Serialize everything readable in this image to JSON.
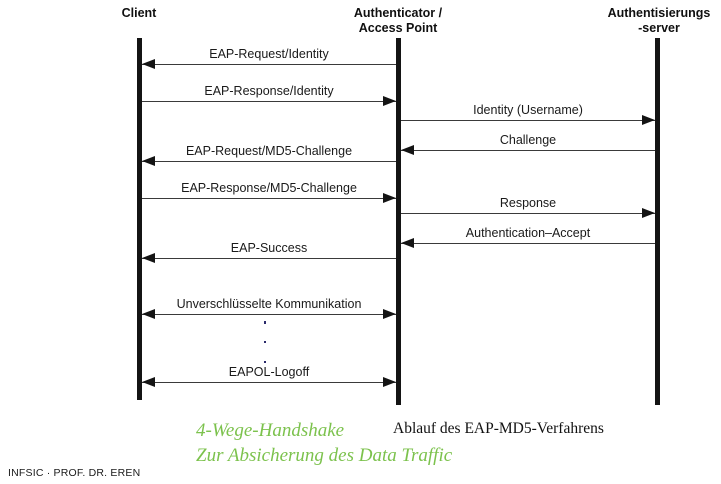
{
  "diagram": {
    "title_caption": "Ablauf des EAP-MD5-Verfahrens",
    "participants": [
      {
        "name": "client",
        "label": "Client"
      },
      {
        "name": "authenticator",
        "label": "Authenticator /\nAccess Point"
      },
      {
        "name": "auth-server",
        "label": "Authentisierungs\n-server"
      }
    ],
    "messages": [
      {
        "label": "EAP-Request/Identity",
        "from": "authenticator",
        "to": "client",
        "direction": "left"
      },
      {
        "label": "EAP-Response/Identity",
        "from": "client",
        "to": "authenticator",
        "direction": "right"
      },
      {
        "label": "Identity (Username)",
        "from": "authenticator",
        "to": "auth-server",
        "direction": "right"
      },
      {
        "label": "Challenge",
        "from": "auth-server",
        "to": "authenticator",
        "direction": "left"
      },
      {
        "label": "EAP-Request/MD5-Challenge",
        "from": "authenticator",
        "to": "client",
        "direction": "left"
      },
      {
        "label": "EAP-Response/MD5-Challenge",
        "from": "client",
        "to": "authenticator",
        "direction": "right"
      },
      {
        "label": "Response",
        "from": "authenticator",
        "to": "auth-server",
        "direction": "right"
      },
      {
        "label": "Authentication–Accept",
        "from": "auth-server",
        "to": "authenticator",
        "direction": "left"
      },
      {
        "label": "EAP-Success",
        "from": "authenticator",
        "to": "client",
        "direction": "left"
      },
      {
        "label": "Unverschlüsselte Kommunikation",
        "from": "client",
        "to": "authenticator",
        "direction": "both"
      },
      {
        "label": "EAPOL-Logoff",
        "from": "client",
        "to": "authenticator",
        "direction": "both"
      }
    ],
    "continuation_marker": "⋮"
  },
  "annotations": {
    "green_line_1": "4-Wege-Handshake",
    "green_line_2": "Zur Absicherung des Data Traffic"
  },
  "footer": {
    "text": "INFSIC · PROF. DR. EREN"
  },
  "colors": {
    "accent_green": "#7cc24d",
    "line": "#3a3a3a",
    "lifeline": "#141414"
  }
}
